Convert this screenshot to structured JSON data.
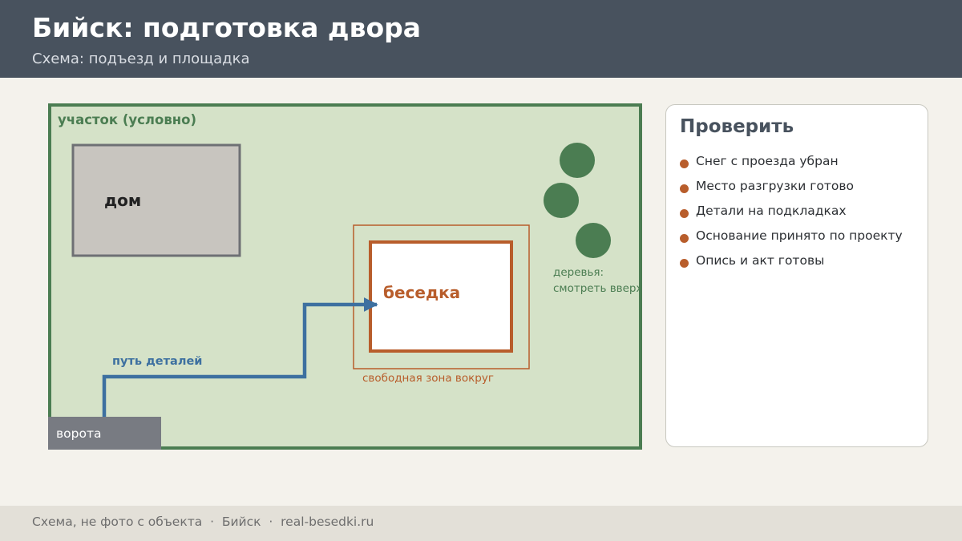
{
  "header": {
    "title": "Бийск: подготовка двора",
    "subtitle": "Схема: подъезд и площадка"
  },
  "diagram": {
    "plot_label": "участок (условно)",
    "house_label": "дом",
    "gazebo_label": "беседка",
    "free_zone_label": "свободная зона вокруг",
    "path_label": "путь деталей",
    "gate_label": "ворота",
    "trees_label_line1": "деревья:",
    "trees_label_line2": "смотреть вверх",
    "colors": {
      "plot_fill": "#d5e2c8",
      "plot_border": "#4b7d52",
      "house_fill": "#c8c5bf",
      "house_border": "#6e7074",
      "gazebo_accent": "#b85d2b",
      "path": "#3d70a0",
      "gate_fill": "#787b82",
      "tree": "#4b7d52"
    }
  },
  "checklist": {
    "title": "Проверить",
    "items": [
      "Снег с проезда убран",
      "Место разгрузки готово",
      "Детали на подкладках",
      "Основание принято по проекту",
      "Опись и акт готовы"
    ]
  },
  "footer": {
    "text": "Схема, не фото с объекта  ·  Бийск  ·  real-besedki.ru"
  }
}
